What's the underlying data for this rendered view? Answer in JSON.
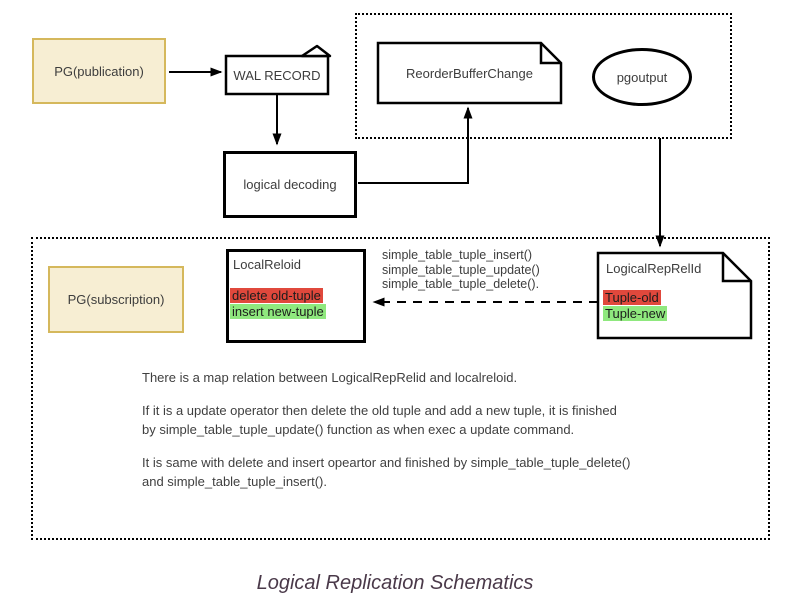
{
  "colors": {
    "tan_fill": "#F7EED3",
    "tan_border": "#D5B85C",
    "red_highlight": "#E0483C",
    "green_highlight": "#8FE87E",
    "shape_stroke": "#000000",
    "shape_fill": "#ffffff",
    "caption_color": "#4A3949"
  },
  "nodes": {
    "publication": "PG(publication)",
    "wal_record": "WAL RECORD",
    "logical_decoding": "logical decoding",
    "reorder_buffer_change": "ReorderBufferChange",
    "pgoutput": "pgoutput",
    "subscription": "PG(subscription)",
    "local_reloid": {
      "title": "LocalReloid",
      "row_red": "delete old-tuple",
      "row_green": "insert new-tuple"
    },
    "logical_rep_rel_id": {
      "title": "LogicalRepRelId",
      "row_red": "Tuple-old",
      "row_green": "Tuple-new"
    }
  },
  "edge_labels": {
    "functions": [
      "simple_table_tuple_insert()",
      "simple_table_tuple_update()",
      "simple_table_tuple_delete()."
    ]
  },
  "notes": {
    "p1": [
      "There is a map relation between LogicalRepRelid and localreloid."
    ],
    "p2": [
      "If it is a update operator then delete the old tuple and add a new tuple, it is finished",
      "by simple_table_tuple_update() function as when exec a update command."
    ],
    "p3": [
      "It is same with delete and insert opeartor and finished by simple_table_tuple_delete()",
      "and simple_table_tuple_insert()."
    ]
  },
  "caption": "Logical Replication Schematics"
}
